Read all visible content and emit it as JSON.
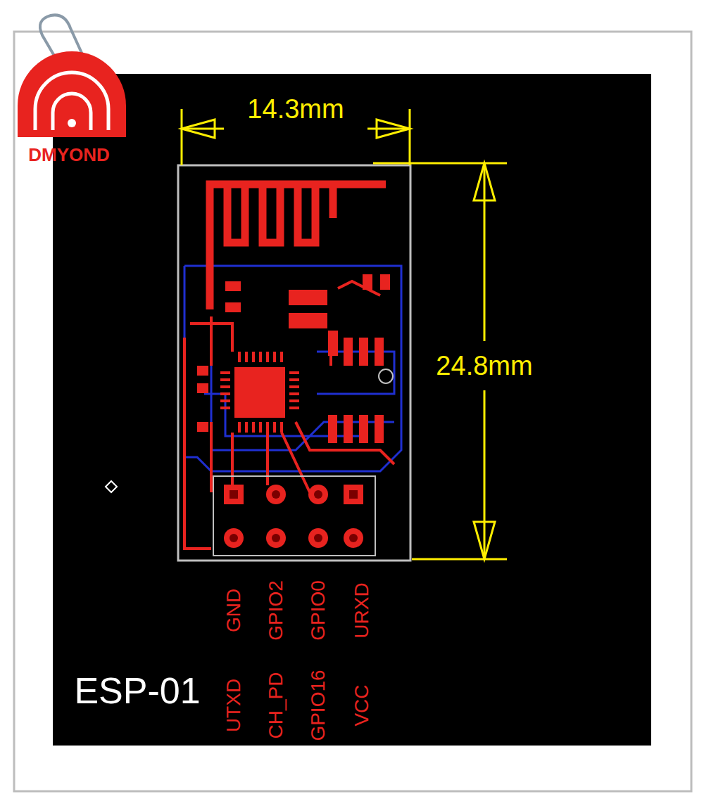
{
  "diagram": {
    "labels": [
      "DMYOND",
      "14.3mm",
      "24.8mm",
      "GND",
      "GPIO2",
      "GPIO0",
      "URXD",
      "UTXD",
      "CH_PD",
      "GPIO16",
      "VCC",
      "ESP-01"
    ]
  }
}
